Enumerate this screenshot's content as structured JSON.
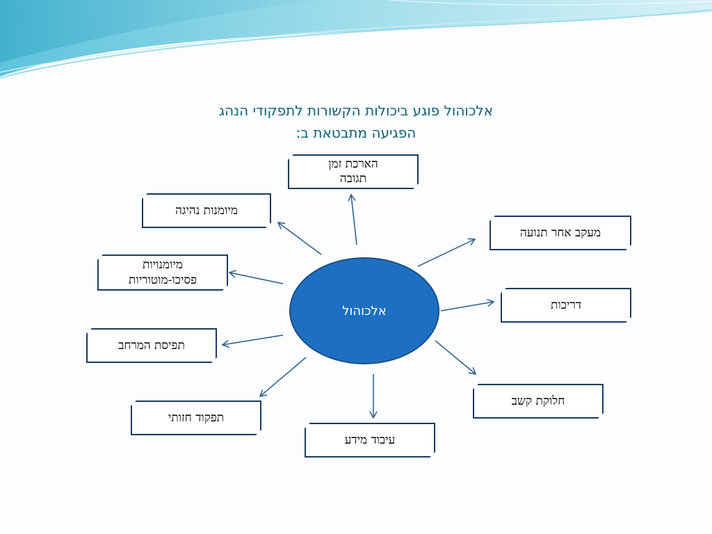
{
  "title": {
    "line1": "אלכוהול פוגע ביכולות הקשורות לתפקודי הנהג",
    "line2": "הפגיעה מתבטאת ב:"
  },
  "center_node": {
    "label": "אלכוהול"
  },
  "nodes": {
    "reaction_time": {
      "line1": "הארכת זמן",
      "line2": "תגובה"
    },
    "driving_skills": {
      "label": "מיומנות נהיגה"
    },
    "psychomotor": {
      "line1": "מיומנויות",
      "line2": "פסיכו-מוטוריות"
    },
    "spatial": {
      "label": "תפיסת המרחב"
    },
    "visual": {
      "label": "תפקוד חזותי"
    },
    "info_processing": {
      "label": "עיבוד מידע"
    },
    "attention": {
      "label": "חלוקת קשב"
    },
    "alertness": {
      "label": "דריכות"
    },
    "motion_tracking": {
      "label": "מעקב אחר תנועה"
    }
  },
  "colors": {
    "center_fill": "#1d6fc1",
    "box_border": "#1c3a5e",
    "arrow": "#2a5c8a",
    "title": "#0f5f73"
  }
}
